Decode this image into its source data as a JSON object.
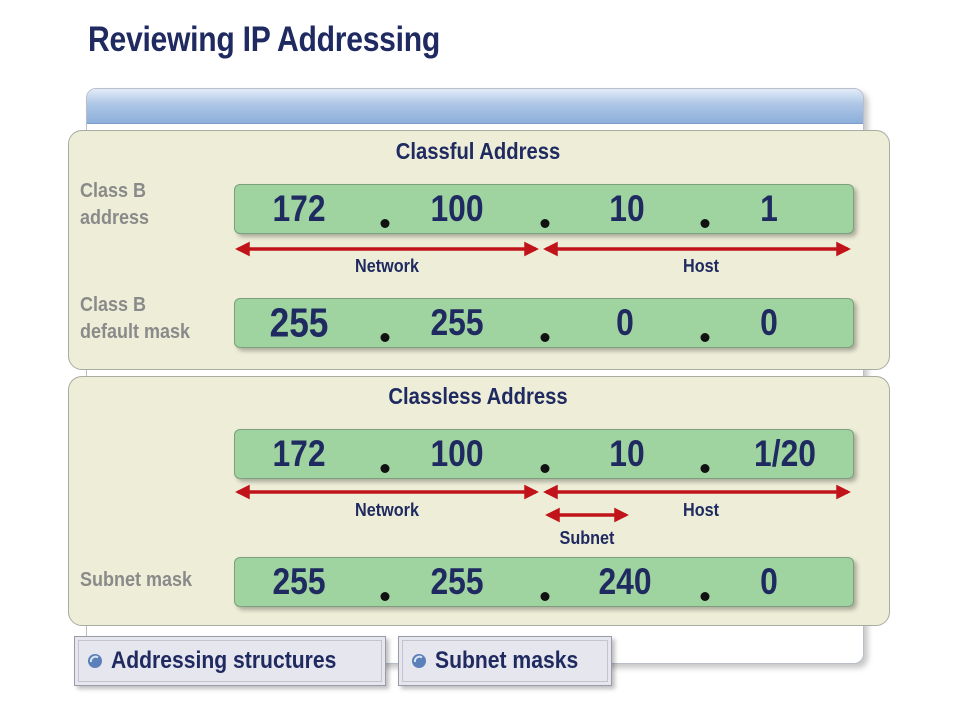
{
  "title": "Reviewing IP Addressing",
  "classful": {
    "heading": "Classful Address",
    "address_label": [
      "Class B",
      "address"
    ],
    "address_octets": [
      "172",
      "100",
      "10",
      "1"
    ],
    "network_label": "Network",
    "host_label": "Host",
    "mask_label": [
      "Class B",
      "default mask"
    ],
    "mask_octets": [
      "255",
      "255",
      "0",
      "0"
    ]
  },
  "classless": {
    "heading": "Classless Address",
    "address_octets": [
      "172",
      "100",
      "10",
      "1/20"
    ],
    "network_label": "Network",
    "host_label": "Host",
    "subnet_label": "Subnet",
    "mask_label": "Subnet mask",
    "mask_octets": [
      "255",
      "255",
      "240",
      "0"
    ]
  },
  "buttons": {
    "addressing_structures": "Addressing structures",
    "subnet_masks": "Subnet masks"
  },
  "colors": {
    "octet_bar": "#9fd39f",
    "panel": "#eeeed8",
    "arrow": "#c0141a",
    "text": "#1f2a60",
    "side_label": "#8a8a8a"
  }
}
